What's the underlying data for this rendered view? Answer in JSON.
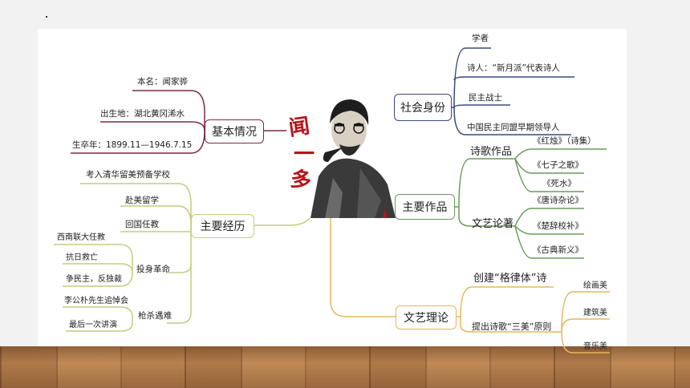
{
  "center": {
    "name_chars": [
      "闻",
      "一",
      "多"
    ]
  },
  "basic": {
    "label": "基本情况",
    "items": [
      "本名：闻家骅",
      "出生地：湖北黄冈浠水",
      "生卒年：1899.11—1946.7.15"
    ]
  },
  "experience": {
    "label": "主要经历",
    "items": [
      "考入清华留美预备学校",
      "赴美留学",
      "回国任教"
    ],
    "revolution": {
      "label": "投身革命",
      "items": [
        "西南联大任教",
        "抗日救亡",
        "争民主，反独裁"
      ]
    },
    "assassinated": {
      "label": "枪杀遇难",
      "items": [
        "李公朴先生追悼会",
        "最后一次讲演"
      ]
    }
  },
  "identity": {
    "label": "社会身份",
    "items": [
      "学者",
      "诗人：“新月派”代表诗人",
      "民主战士",
      "中国民主同盟早期领导人"
    ]
  },
  "works": {
    "label": "主要作品",
    "poetry": {
      "label": "诗歌作品",
      "items": [
        "《红烛》（诗集）",
        "《七子之歌》",
        "《死水》"
      ]
    },
    "essays": {
      "label": "文艺论著",
      "items": [
        "《唐诗杂论》",
        "《楚辞校补》",
        "《古典新义》"
      ]
    }
  },
  "theory": {
    "label": "文艺理论",
    "items": [
      "创建“格律体”诗",
      "提出诗歌“三美”原则"
    ],
    "three_beauties": [
      "绘画美",
      "建筑美",
      "音乐美"
    ]
  },
  "colors": {
    "basic": "#7a2a4a",
    "experience": "#b8c070",
    "identity": "#3a4a7a",
    "works": "#6a9a5a",
    "theory": "#e0b050",
    "name": "#b8141a"
  }
}
